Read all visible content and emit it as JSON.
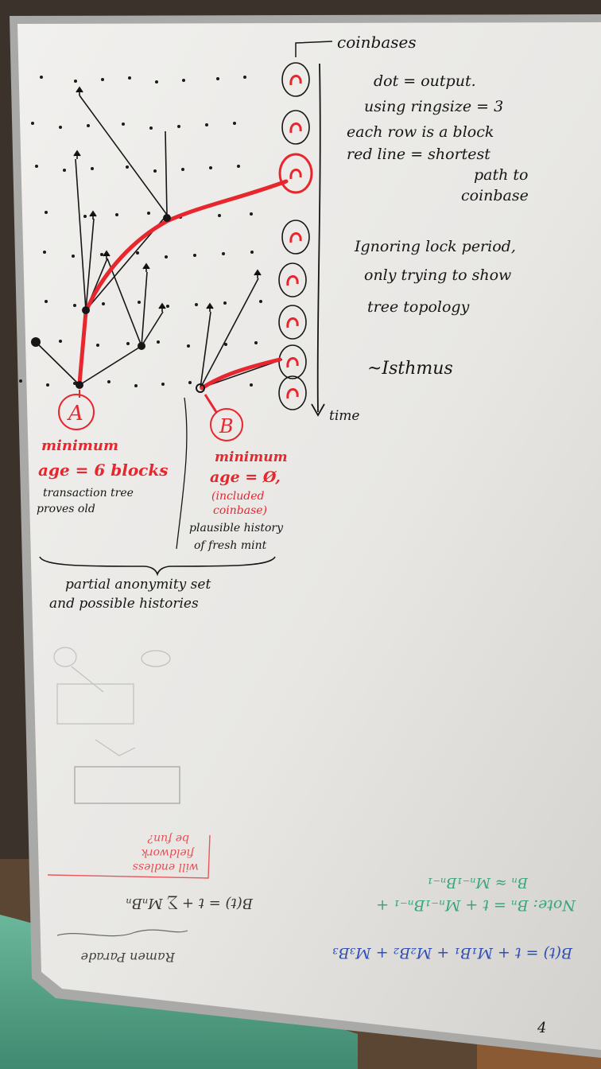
{
  "photo": {
    "legend": {
      "coinbases": "coinbases",
      "line1": "dot = output.",
      "line2": "using ringsize = 3",
      "line3": "each row is a block",
      "line4": "red line = shortest",
      "line5": "path to",
      "line6": "coinbase"
    },
    "note": {
      "line1": "Ignoring lock period,",
      "line2": "only trying to show",
      "line3": "tree topology"
    },
    "signature": "~Isthmus",
    "time_label": "time",
    "label_a": "A",
    "label_b": "B",
    "case_a": {
      "title1": "minimum",
      "title2": "age = 6 blocks",
      "desc1": "transaction tree",
      "desc2": "proves old"
    },
    "case_b": {
      "title1": "minimum",
      "title2": "age = Ø,",
      "title3": "(included",
      "title4": "coinbase)",
      "desc1": "plausible history",
      "desc2": "of fresh mint"
    },
    "brace_caption": {
      "line1": "partial anonymity set",
      "line2": "and possible histories"
    },
    "faded": {
      "red_note1": "will endless",
      "red_note2": "fieldwork",
      "red_note3": "be fun?",
      "green1": "Note: Bₙ = t + Mₙ₋₁Bₙ₋₁ +",
      "green2": "Bₙ ≈ Mₙ₋₁Bₙ₋₁",
      "formula1": "B(t) = t + ∑ MₙBₙ",
      "formula2": "B(t) = t + M₁B₁ + M₂B₂ + M₃B₃",
      "scribble": "Ramen Parade",
      "corner": "4"
    },
    "colors": {
      "ink_black": "#161616",
      "ink_red": "#e8262e",
      "ink_green": "#3aa57a",
      "ink_blue": "#2f4fb4",
      "board": "#eceae6",
      "frame": "#a8a8a6",
      "towel": "#5fa88e"
    }
  }
}
